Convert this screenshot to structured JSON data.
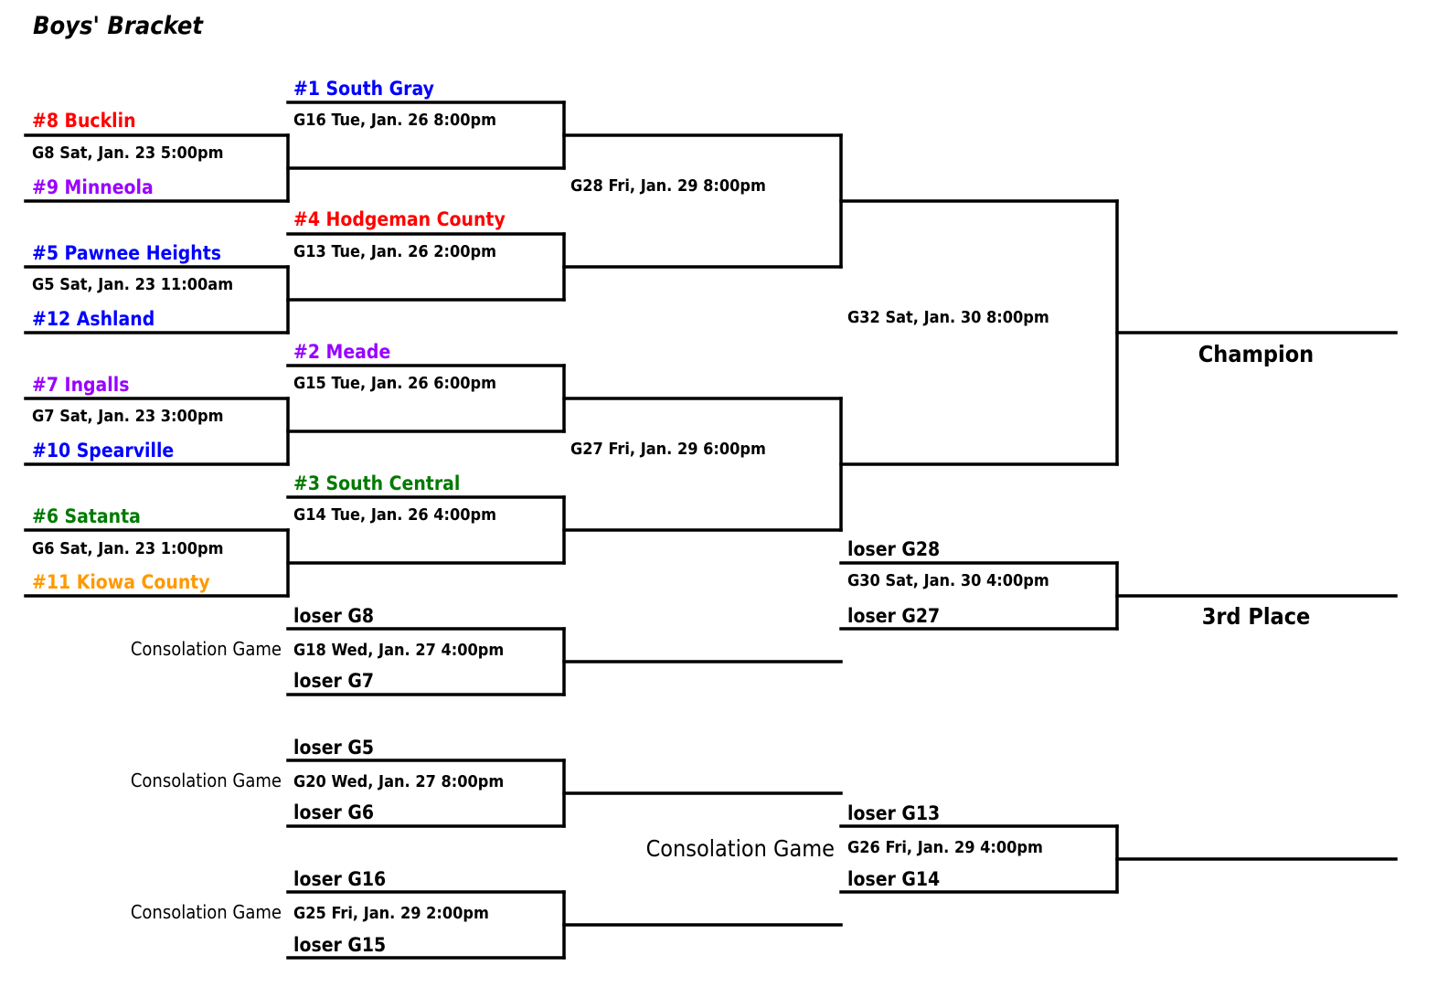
{
  "title": "Boys' Bracket",
  "colors": {
    "red": "#ff0000",
    "blue": "#0000ff",
    "purple": "#9900ff",
    "green": "#007a00",
    "orange": "#ff9900",
    "black": "#000000"
  },
  "round1": [
    {
      "top": "#8 Bucklin",
      "top_color": "red",
      "game": "G8 Sat, Jan. 23 5:00pm",
      "bottom": "#9 Minneola",
      "bottom_color": "purple"
    },
    {
      "top": "#5 Pawnee Heights",
      "top_color": "blue",
      "game": "G5 Sat, Jan. 23 11:00am",
      "bottom": "#12 Ashland",
      "bottom_color": "blue"
    },
    {
      "top": "#7 Ingalls",
      "top_color": "purple",
      "game": "G7 Sat, Jan. 23 3:00pm",
      "bottom": "#10 Spearville",
      "bottom_color": "blue"
    },
    {
      "top": "#6 Satanta",
      "top_color": "green",
      "game": "G6 Sat, Jan. 23 1:00pm",
      "bottom": "#11 Kiowa County",
      "bottom_color": "orange"
    }
  ],
  "round2": [
    {
      "top": "#1 South Gray",
      "top_color": "blue",
      "game": "G16 Tue, Jan. 26 8:00pm"
    },
    {
      "top": "#4 Hodgeman County",
      "top_color": "red",
      "game": "G13 Tue, Jan. 26 2:00pm"
    },
    {
      "top": "#2 Meade",
      "top_color": "purple",
      "game": "G15 Tue, Jan. 26 6:00pm"
    },
    {
      "top": "#3 South Central",
      "top_color": "green",
      "game": "G14 Tue, Jan. 26 4:00pm"
    }
  ],
  "consolation_left": [
    {
      "label": "Consolation Game",
      "top": "loser G8",
      "game": "G18 Wed, Jan. 27 4:00pm",
      "bottom": "loser G7"
    },
    {
      "label": "Consolation Game",
      "top": "loser G5",
      "game": "G20 Wed, Jan. 27 8:00pm",
      "bottom": "loser G6"
    },
    {
      "label": "Consolation Game",
      "top": "loser G16",
      "game": "G25 Fri, Jan. 29 2:00pm",
      "bottom": "loser G15"
    }
  ],
  "semifinals": [
    {
      "game": "G28 Fri, Jan. 29 8:00pm"
    },
    {
      "game": "G27 Fri, Jan. 29 6:00pm"
    }
  ],
  "final": {
    "game": "G32 Sat, Jan. 30 8:00pm",
    "label": "Champion"
  },
  "third_place": {
    "top": "loser G28",
    "game": "G30 Sat, Jan. 30 4:00pm",
    "bottom": "loser G27",
    "label": "3rd Place"
  },
  "consolation_final": {
    "label": "Consolation Game",
    "top": "loser G13",
    "game": "G26 Fri, Jan. 29 4:00pm",
    "bottom": "loser G14"
  }
}
